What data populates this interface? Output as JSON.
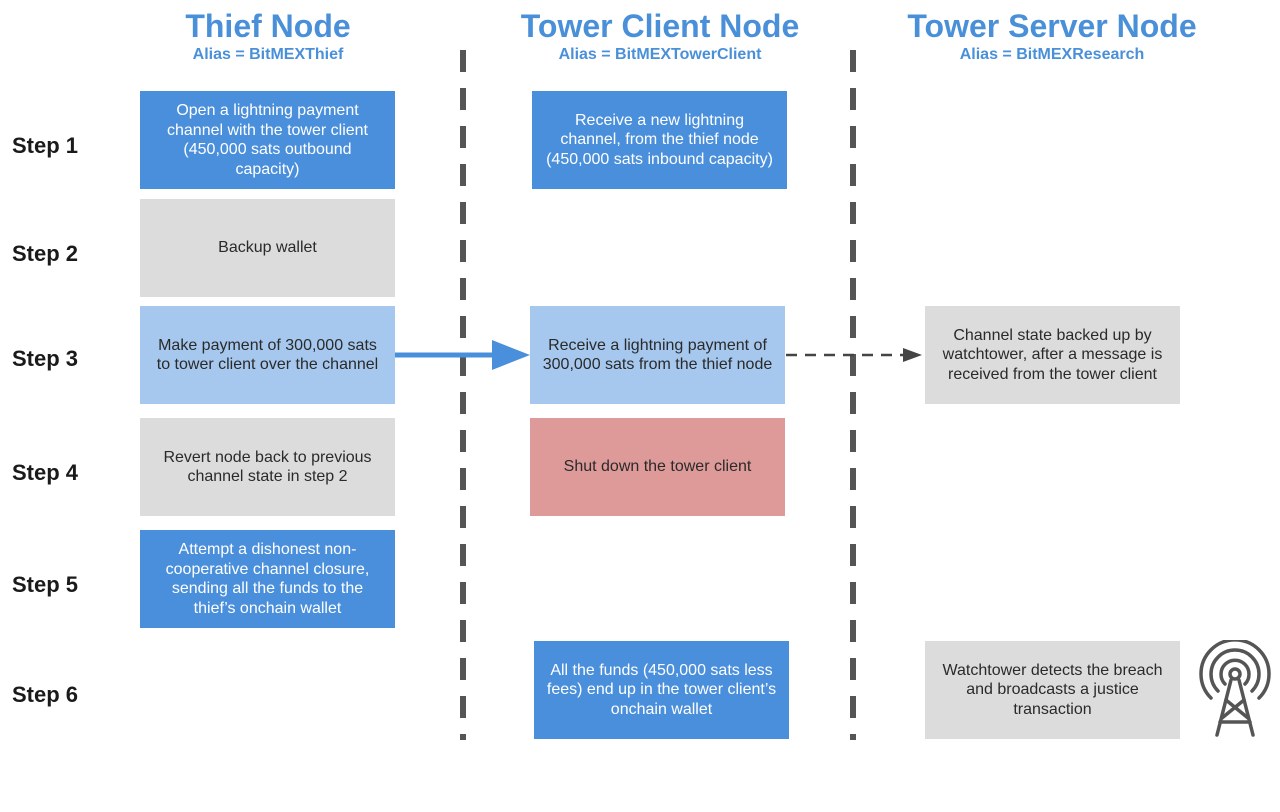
{
  "colors": {
    "title": "#4a90d9",
    "blue_box": "#4a8fdb",
    "light_blue_box": "#a6c8ee",
    "grey_box": "#dcdcdc",
    "red_box": "#dd9a99",
    "arrow": "#4a8fdb",
    "dashed_arrow": "#444444"
  },
  "columns": [
    {
      "title": "Thief Node",
      "alias": "Alias = BitMEXThief"
    },
    {
      "title": "Tower Client Node",
      "alias": "Alias = BitMEXTowerClient"
    },
    {
      "title": "Tower Server Node",
      "alias": "Alias = BitMEXResearch"
    }
  ],
  "steps": [
    "Step 1",
    "Step 2",
    "Step 3",
    "Step 4",
    "Step 5",
    "Step 6"
  ],
  "boxes": {
    "s1_thief": "Open a lightning payment channel with the tower client (450,000 sats outbound capacity)",
    "s1_client": "Receive a new lightning channel, from the thief node (450,000 sats inbound capacity)",
    "s2_thief": "Backup wallet",
    "s3_thief": "Make payment of 300,000 sats to tower client over the channel",
    "s3_client": "Receive a lightning payment of 300,000 sats from the thief node",
    "s3_server": "Channel state backed up by watchtower, after a message is received from the tower client",
    "s4_thief": "Revert node back to previous channel state in step 2",
    "s4_client": "Shut down the tower client",
    "s5_thief": "Attempt a dishonest non-cooperative channel closure, sending all the funds to the thief’s onchain wallet",
    "s6_client": "All the funds (450,000 sats less fees) end up in the tower client’s onchain wallet",
    "s6_server": "Watchtower detects the breach and broadcasts a justice transaction"
  },
  "icons": {
    "tower": "radio-tower-icon"
  }
}
